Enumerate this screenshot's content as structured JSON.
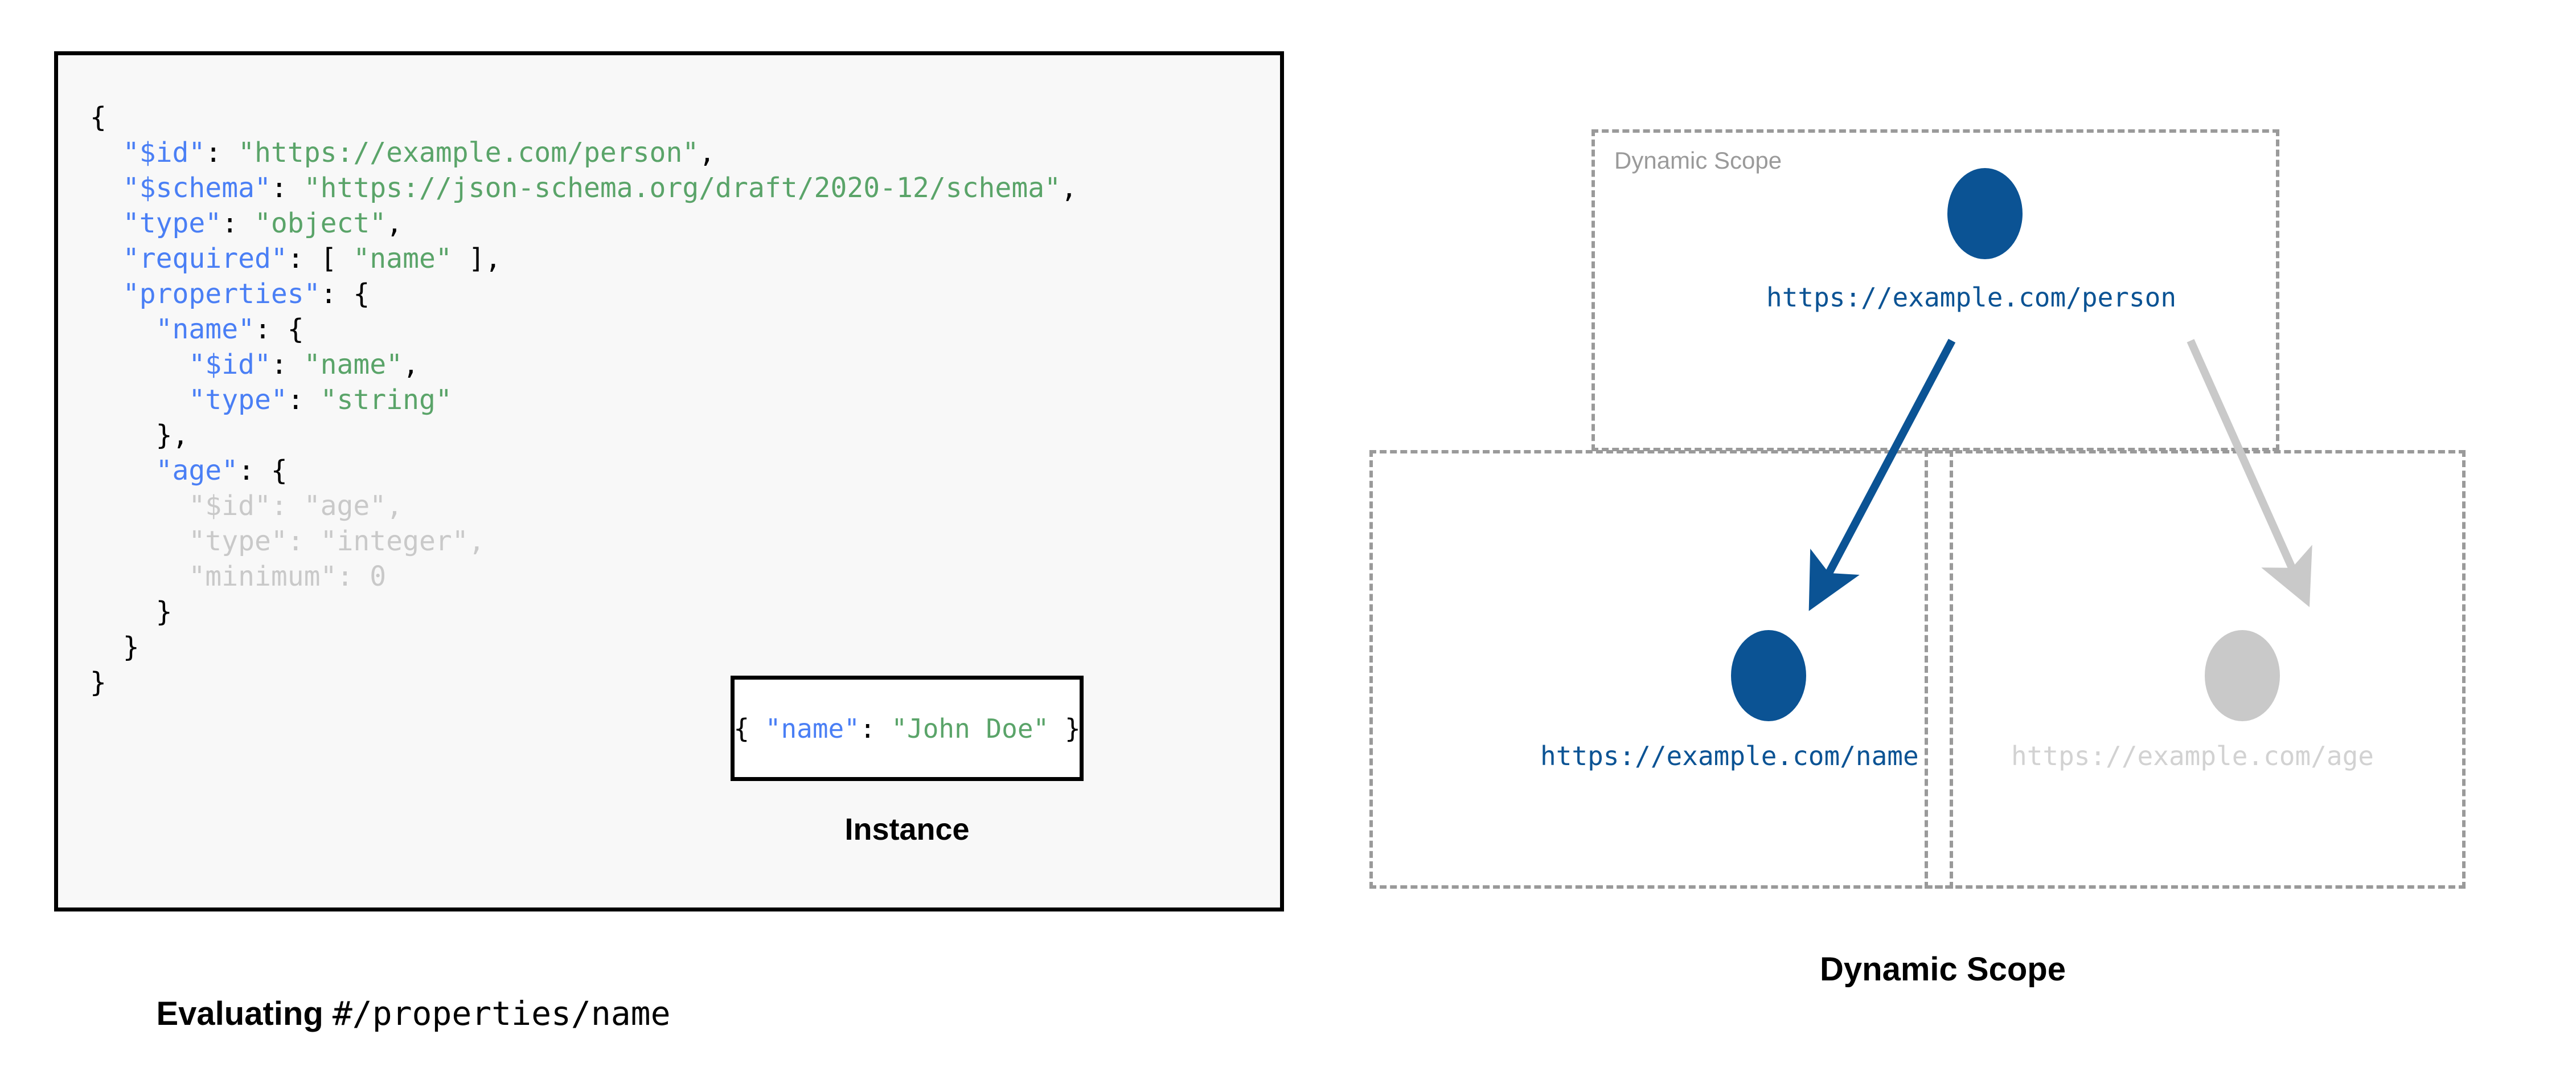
{
  "left": {
    "schema_code": {
      "lines": [
        [
          {
            "t": "{",
            "c": "p"
          }
        ],
        [
          {
            "t": "  ",
            "c": "p"
          },
          {
            "t": "\"$id\"",
            "c": "k"
          },
          {
            "t": ": ",
            "c": "p"
          },
          {
            "t": "\"https://example.com/person\"",
            "c": "s"
          },
          {
            "t": ",",
            "c": "p"
          }
        ],
        [
          {
            "t": "  ",
            "c": "p"
          },
          {
            "t": "\"$schema\"",
            "c": "k"
          },
          {
            "t": ": ",
            "c": "p"
          },
          {
            "t": "\"https://json-schema.org/draft/2020-12/schema\"",
            "c": "s"
          },
          {
            "t": ",",
            "c": "p"
          }
        ],
        [
          {
            "t": "  ",
            "c": "p"
          },
          {
            "t": "\"type\"",
            "c": "k"
          },
          {
            "t": ": ",
            "c": "p"
          },
          {
            "t": "\"object\"",
            "c": "s"
          },
          {
            "t": ",",
            "c": "p"
          }
        ],
        [
          {
            "t": "  ",
            "c": "p"
          },
          {
            "t": "\"required\"",
            "c": "k"
          },
          {
            "t": ": [ ",
            "c": "p"
          },
          {
            "t": "\"name\"",
            "c": "s"
          },
          {
            "t": " ],",
            "c": "p"
          }
        ],
        [
          {
            "t": "  ",
            "c": "p"
          },
          {
            "t": "\"properties\"",
            "c": "k"
          },
          {
            "t": ": {",
            "c": "p"
          }
        ],
        [
          {
            "t": "    ",
            "c": "p"
          },
          {
            "t": "\"name\"",
            "c": "k"
          },
          {
            "t": ": {",
            "c": "p"
          }
        ],
        [
          {
            "t": "      ",
            "c": "p"
          },
          {
            "t": "\"$id\"",
            "c": "k"
          },
          {
            "t": ": ",
            "c": "p"
          },
          {
            "t": "\"name\"",
            "c": "s"
          },
          {
            "t": ",",
            "c": "p"
          }
        ],
        [
          {
            "t": "      ",
            "c": "p"
          },
          {
            "t": "\"type\"",
            "c": "k"
          },
          {
            "t": ": ",
            "c": "p"
          },
          {
            "t": "\"string\"",
            "c": "s"
          }
        ],
        [
          {
            "t": "    },",
            "c": "p"
          }
        ],
        [
          {
            "t": "    ",
            "c": "p"
          },
          {
            "t": "\"age\"",
            "c": "k"
          },
          {
            "t": ": {",
            "c": "p"
          }
        ],
        [
          {
            "t": "      ",
            "c": "dim-p"
          },
          {
            "t": "\"$id\"",
            "c": "dim-k"
          },
          {
            "t": ": ",
            "c": "dim-p"
          },
          {
            "t": "\"age\"",
            "c": "dim-s"
          },
          {
            "t": ",",
            "c": "dim-p"
          }
        ],
        [
          {
            "t": "      ",
            "c": "dim-p"
          },
          {
            "t": "\"type\"",
            "c": "dim-k"
          },
          {
            "t": ": ",
            "c": "dim-p"
          },
          {
            "t": "\"integer\"",
            "c": "dim-s"
          },
          {
            "t": ",",
            "c": "dim-p"
          }
        ],
        [
          {
            "t": "      ",
            "c": "dim-p"
          },
          {
            "t": "\"minimum\"",
            "c": "dim-k"
          },
          {
            "t": ": ",
            "c": "dim-p"
          },
          {
            "t": "0",
            "c": "dim-n"
          }
        ],
        [
          {
            "t": "    }",
            "c": "p"
          }
        ],
        [
          {
            "t": "  }",
            "c": "p"
          }
        ],
        [
          {
            "t": "}",
            "c": "p"
          }
        ]
      ]
    },
    "instance": {
      "code_segments": [
        {
          "t": "{ ",
          "c": "p"
        },
        {
          "t": "\"name\"",
          "c": "k"
        },
        {
          "t": ": ",
          "c": "p"
        },
        {
          "t": "\"John Doe\"",
          "c": "s"
        },
        {
          "t": " }",
          "c": "p"
        }
      ],
      "caption": "Instance"
    },
    "caption": {
      "bold_text": "Evaluating ",
      "mono_text": "#/properties/name"
    }
  },
  "right": {
    "scope_label": "Dynamic Scope",
    "nodes": [
      {
        "id": "person",
        "label": "https://example.com/person",
        "state": "active",
        "color": "#0b5394"
      },
      {
        "id": "name",
        "label": "https://example.com/name",
        "state": "active",
        "color": "#0b5394"
      },
      {
        "id": "age",
        "label": "https://example.com/age",
        "state": "faded",
        "color": "#c9c9c9"
      }
    ],
    "edges": [
      {
        "from": "person",
        "to": "name",
        "state": "active",
        "color": "#0b5394"
      },
      {
        "from": "person",
        "to": "age",
        "state": "faded",
        "color": "#c9c9c9"
      }
    ],
    "caption": "Dynamic Scope"
  },
  "colors": {
    "accent_blue": "#0b5394",
    "key_blue": "#4a7ff5",
    "string_green": "#5aa469",
    "faded_gray": "#c9c9c9",
    "dash_gray": "#9a9a9a",
    "code_bg": "#f8f8f8"
  }
}
